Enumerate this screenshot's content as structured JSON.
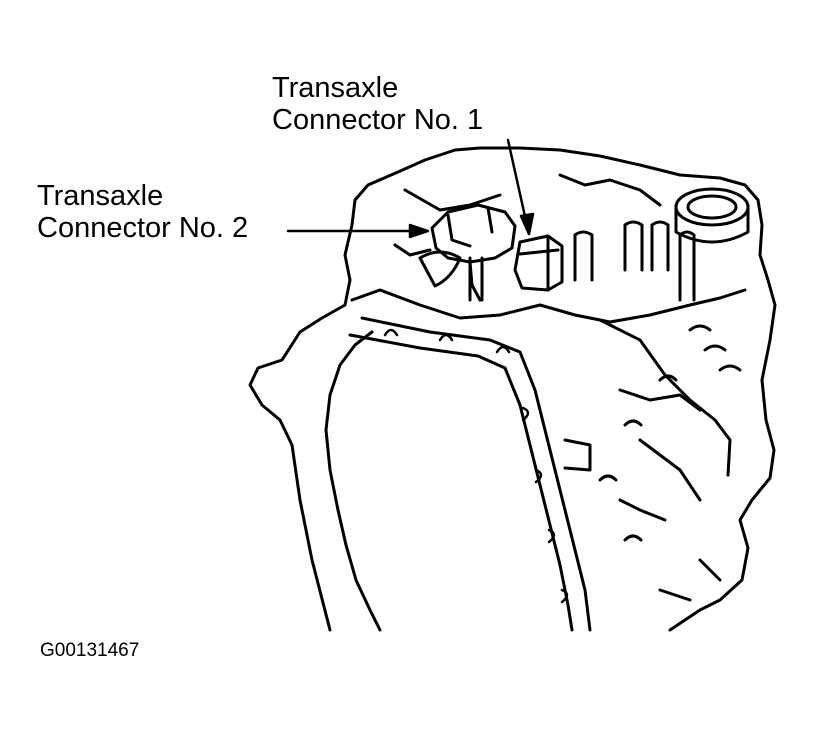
{
  "labels": {
    "connector_1": {
      "line1": "Transaxle",
      "line2": "Connector No. 1"
    },
    "connector_2": {
      "line1": "Transaxle",
      "line2": "Connector No. 2"
    }
  },
  "figure_id": "G00131467",
  "colors": {
    "ink": "#000000",
    "paper": "#ffffff"
  }
}
